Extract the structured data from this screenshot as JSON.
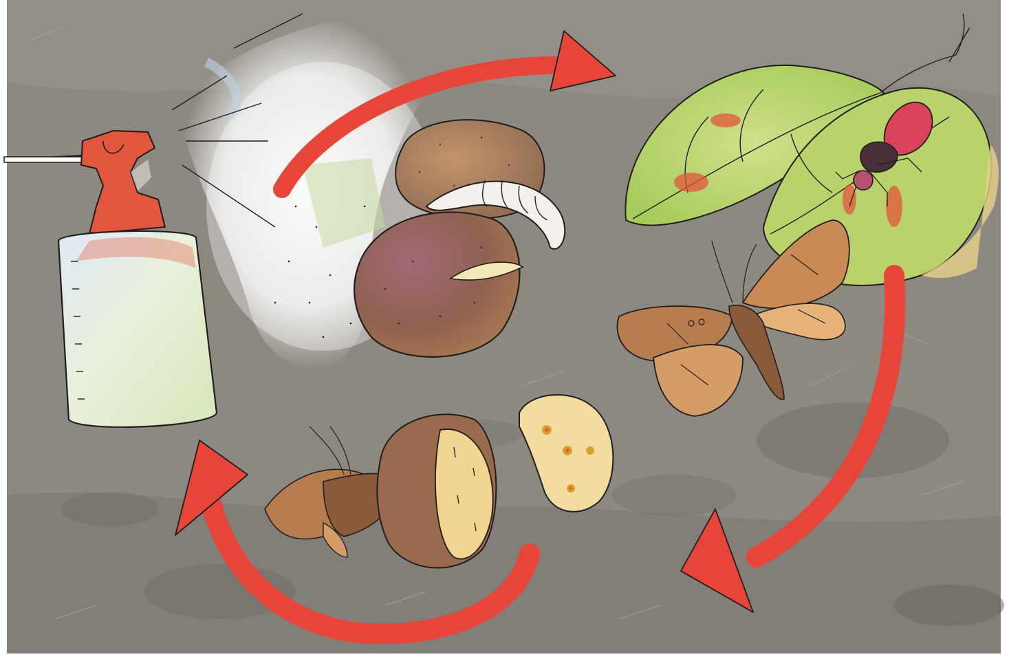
{
  "diagram": {
    "type": "cycle-illustration",
    "text_labels": [],
    "elements": [
      {
        "name": "spray-bottle",
        "icon": "spray-bottle-icon"
      },
      {
        "name": "spray-mist",
        "icon": "mist-icon"
      },
      {
        "name": "seed-potatoes-with-larva",
        "icon": "potato-larva-icon"
      },
      {
        "name": "leaves-with-lesions",
        "icon": "leaf-icon"
      },
      {
        "name": "fly-on-leaf",
        "icon": "fly-icon"
      },
      {
        "name": "large-moth",
        "icon": "moth-icon"
      },
      {
        "name": "small-moth-on-potato",
        "icon": "moth-icon"
      },
      {
        "name": "potato-cut",
        "icon": "potato-icon"
      },
      {
        "name": "potato-slice-damaged",
        "icon": "potato-slice-icon"
      }
    ],
    "arrows": [
      {
        "from": "spray-mist",
        "to": "leaves-with-lesions"
      },
      {
        "from": "leaves-with-lesions",
        "to": "potato-slice-damaged"
      },
      {
        "from": "potato-cut",
        "to": "spray-bottle"
      }
    ]
  },
  "colors": {
    "background_photo": "#8d8880",
    "soil_dark": "#6f6a63",
    "arrow_red": "#e8453a",
    "nozzle_red": "#e2553f",
    "bottle_body": "#e6eee0",
    "leaf_green": "#b9d36a",
    "potato_brown": "#9a6a4f",
    "potato_inner": "#f1d48f",
    "moth_brown": "#b77c4e",
    "ink": "#1e1e1e"
  }
}
